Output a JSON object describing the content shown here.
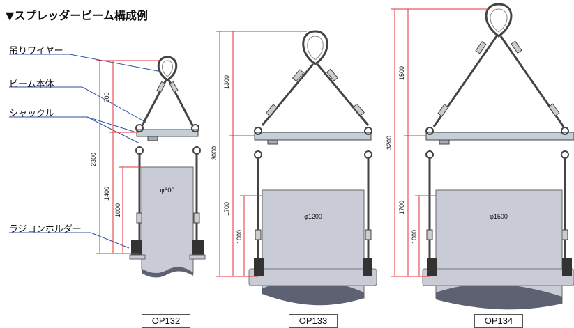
{
  "title": "▼スプレッダービーム構成例",
  "callouts": {
    "wire": "吊りワイヤー",
    "beam": "ビーム本体",
    "shackle": "シャックル",
    "holder": "ラジコンホルダー"
  },
  "models": [
    {
      "name": "OP132",
      "diameter": "φ600",
      "dims": {
        "total": "2300",
        "upper": "900",
        "lower": "1400",
        "pipe": "1000"
      }
    },
    {
      "name": "OP133",
      "diameter": "φ1200",
      "dims": {
        "total": "3000",
        "upper": "1300",
        "lower": "1700",
        "pipe": "1000"
      }
    },
    {
      "name": "OP134",
      "diameter": "φ1500",
      "dims": {
        "total": "3200",
        "upper": "1500",
        "lower": "1700",
        "pipe": "1000"
      }
    }
  ],
  "colors": {
    "dimension_line": "#e0303a",
    "leader_line": "#2a4fa0",
    "pipe_fill": "#c9ccd6",
    "pipe_dark": "#5d6172",
    "beam_fill": "#c4ced6",
    "wire": "#444444"
  }
}
